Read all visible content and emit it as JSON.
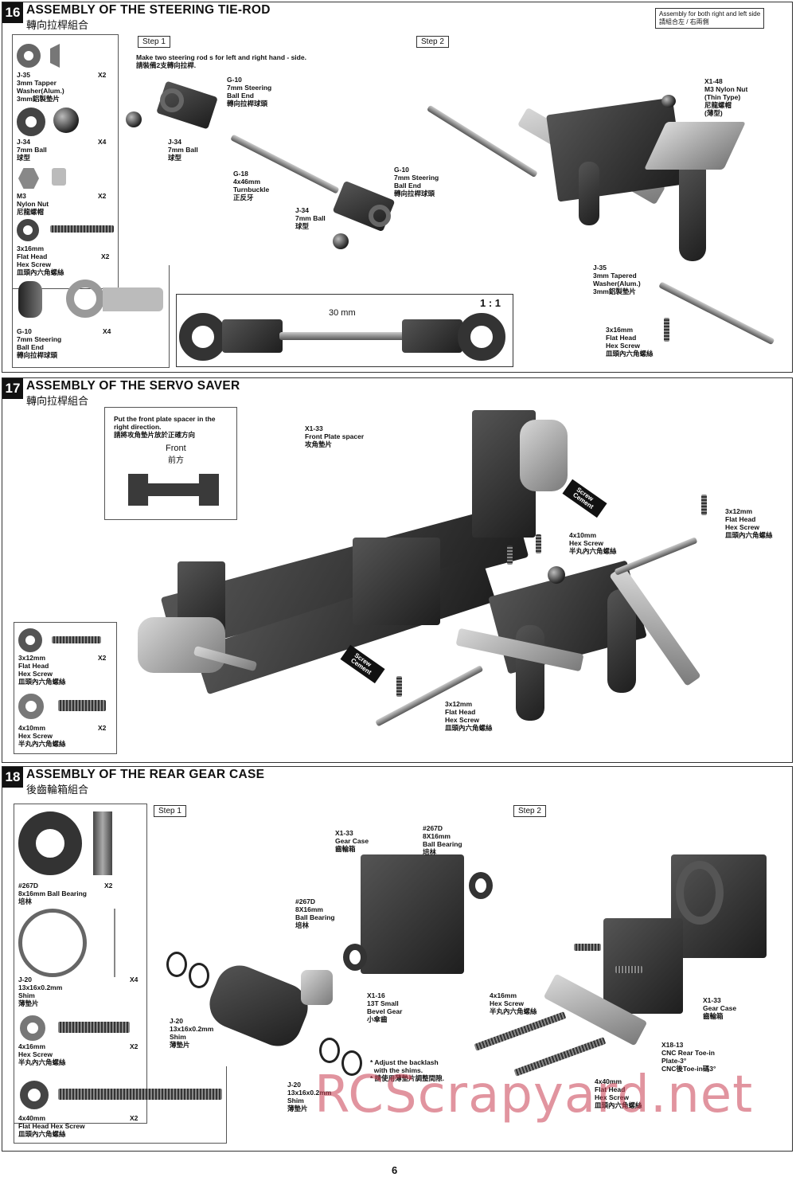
{
  "s16": {
    "num": "16",
    "title": "ASSEMBLY OF THE STEERING TIE-ROD",
    "subtitle": "轉向拉桿組合",
    "note": "Assembly for both right and left side\n請組合左 / 右兩側",
    "step1": "Step 1",
    "step2": "Step 2",
    "step1_text": "Make two steering rod s for left and right hand - side.\n請裝備2支轉向拉桿.",
    "parts": [
      {
        "code": "J-35",
        "desc": "3mm Tapper\nWasher(Alum.)\n3mm鋁製墊片",
        "qty": "X2"
      },
      {
        "code": "J-34",
        "desc": "7mm Ball\n球型",
        "qty": "X4"
      },
      {
        "code": "M3",
        "desc": "Nylon Nut\n尼龍螺帽",
        "qty": "X2"
      },
      {
        "code": "3x16mm",
        "desc": "Flat Head\nHex Screw\n皿頭內六角螺絲",
        "qty": "X2"
      },
      {
        "code": "G-10",
        "desc": "7mm Steering\nBall End\n轉向拉桿球頭",
        "qty": "X4"
      }
    ],
    "callouts": {
      "g10a": "G-10\n7mm Steering\nBall End\n轉向拉桿球頭",
      "j34a": "J-34\n7mm Ball\n球型",
      "g18": "G-18\n4x46mm\nTurnbuckle\n正反牙",
      "g10b": "G-10\n7mm Steering\nBall End\n轉向拉桿球頭",
      "j34b": "J-34\n7mm Ball\n球型",
      "x148": "X1-48\nM3 Nylon Nut\n(Thin Type)\n尼龍螺帽\n(薄型)",
      "j35": "J-35\n3mm Tapered\nWasher(Alum.)\n3mm鋁製墊片",
      "s316": "3x16mm\nFlat Head\nHex Screw\n皿頭內六角螺絲"
    },
    "dimension": "30 mm",
    "scale": "1 : 1"
  },
  "s17": {
    "num": "17",
    "title": "ASSEMBLY OF THE SERVO SAVER",
    "subtitle": "轉向拉桿組合",
    "inset_text": "Put the front plate spacer in the\nright direction.\n請將攻角墊片放於正確方向",
    "front": "Front",
    "front_cn": "前方",
    "callouts": {
      "x133": "X1-33\nFront Plate spacer\n攻角墊片",
      "s312a": "3x12mm\nFlat Head\nHex Screw\n皿頭內六角螺絲",
      "s410": "4x10mm\nHex Screw\n半丸內六角螺絲",
      "s312b": "3x12mm\nFlat Head\nHex Screw\n皿頭內六角螺絲"
    },
    "badge": "Screw\nCement",
    "parts": [
      {
        "code": "3x12mm",
        "desc": "Flat Head\nHex Screw\n皿頭內六角螺絲",
        "qty": "X2"
      },
      {
        "code": "4x10mm",
        "desc": "Hex Screw\n半丸內六角螺絲",
        "qty": "X2"
      }
    ]
  },
  "s18": {
    "num": "18",
    "title": "ASSEMBLY OF THE REAR GEAR CASE",
    "subtitle": "後齒輪箱組合",
    "step1": "Step 1",
    "step2": "Step 2",
    "parts": [
      {
        "code": "#267D",
        "desc": "8x16mm Ball Bearing\n培林",
        "qty": "X2"
      },
      {
        "code": "J-20",
        "desc": "13x16x0.2mm\nShim\n薄墊片",
        "qty": "X4"
      },
      {
        "code": "4x16mm",
        "desc": "Hex Screw\n半丸內六角螺絲",
        "qty": "X2"
      },
      {
        "code": "4x40mm",
        "desc": "Flat Head Hex Screw\n皿頭內六角螺絲",
        "qty": "X2"
      }
    ],
    "callouts": {
      "x133": "X1-33\nGear Case\n齒輪箱",
      "b267a": "#267D\n8X16mm\nBall Bearing\n培林",
      "b267b": "#267D\n8X16mm\nBall Bearing\n培林",
      "x116": "X1-16\n13T Small\nBevel Gear\n小傘齒",
      "j20a": "J-20\n13x16x0.2mm\nShim\n薄墊片",
      "j20b": "J-20\n13x16x0.2mm\nShim\n薄墊片",
      "note": "* Adjust the backlash\n  with the shims.\n* 請使用薄墊片調整間隙.",
      "s416": "4x16mm\nHex Screw\n半丸內六角螺絲",
      "x133b": "X1-33\nGear Case\n齒輪箱",
      "x1813": "X18-13\nCNC Rear Toe-in\nPlate-3°\nCNC後Toe-in碼3°",
      "s440": "4x40mm\nFlat Head\nHex Screw\n皿頭內六角螺絲"
    }
  },
  "watermark": "RCScrapyard.net",
  "page_number": "6"
}
